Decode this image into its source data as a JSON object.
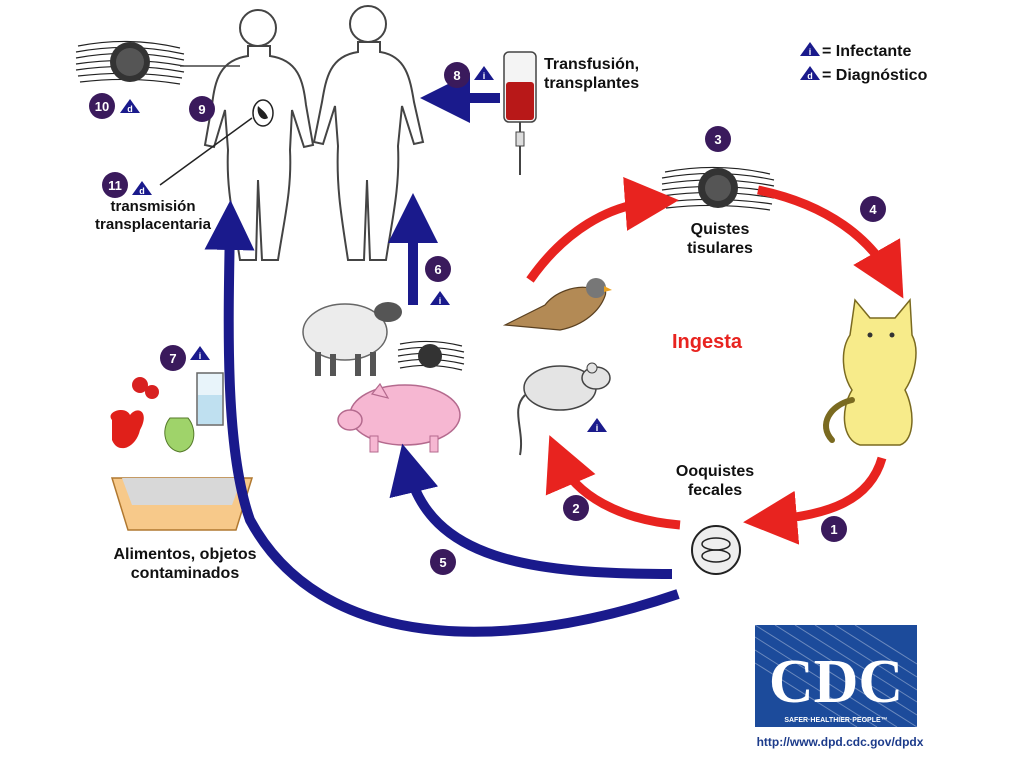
{
  "legend": {
    "infective_label": "= Infectante",
    "diagnostic_label": "= Diagnóstico",
    "infective_letter": "i",
    "diagnostic_letter": "d"
  },
  "labels": {
    "transfusion_line1": "Transfusión,",
    "transfusion_line2": "transplantes",
    "tissue_cysts_line1": "Quistes",
    "tissue_cysts_line2": "tisulares",
    "ingestion": "Ingesta",
    "oocysts_line1": "Ooquistes",
    "oocysts_line2": "fecales",
    "food_line1": "Alimentos, objetos",
    "food_line2": "contaminados",
    "transplacental_line1": "transmisión",
    "transplacental_line2": "transplacentaria"
  },
  "steps": [
    "1",
    "2",
    "3",
    "4",
    "5",
    "6",
    "7",
    "8",
    "9",
    "10",
    "11"
  ],
  "logo": {
    "text": "CDC",
    "tagline": "SAFER·HEALTHIER·PEOPLE™",
    "url": "http://www.dpd.cdc.gov/dpdx"
  },
  "colors": {
    "red_arrow": "#e8231f",
    "blue_arrow": "#1a1a8c",
    "badge": "#3a1a5c",
    "ingestion_text": "#e8231f",
    "cdc_blue": "#1c4b9b"
  }
}
